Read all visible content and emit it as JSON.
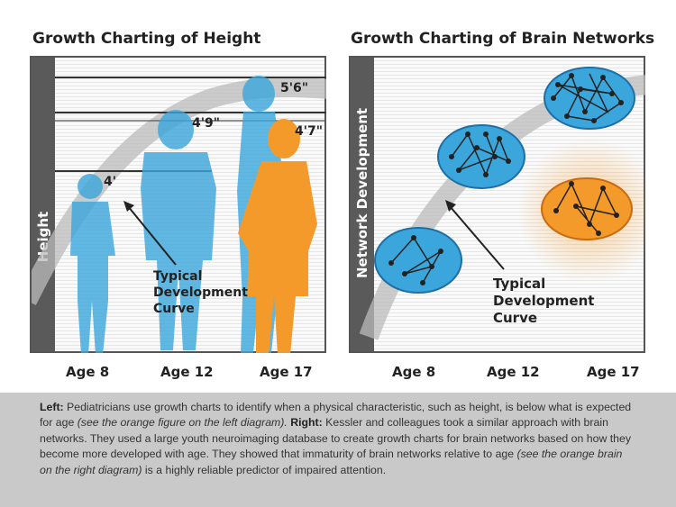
{
  "left": {
    "title": "Growth Charting of Height",
    "axis_label": "Height",
    "heights": [
      "4'",
      "4'9\"",
      "5'6\"",
      "4'7\""
    ],
    "curve_label": [
      "Typical",
      "Development",
      "Curve"
    ],
    "ages": [
      "Age 8",
      "Age 12",
      "Age 17"
    ]
  },
  "right": {
    "title": "Growth Charting of Brain Networks",
    "axis_label": "Network Development",
    "curve_label": [
      "Typical",
      "Development",
      "Curve"
    ],
    "ages": [
      "Age 8",
      "Age 12",
      "Age 17"
    ]
  },
  "caption": {
    "left_label": "Left:",
    "left_text": " Pediatricians use growth charts to identify when a physical characteristic, such as height, is below what is expected for age ",
    "left_note": "(see the orange figure on the left diagram).",
    "right_label": " Right:",
    "right_text": " Kessler and colleagues took a similar approach with brain networks. They used a large youth neuroimaging database to create growth charts for brain networks based on how they become more developed with age. They showed that immaturity of brain networks relative to age ",
    "right_note": "(see the orange brain on the right diagram)",
    "end_text": " is a highly reliable predictor of impaired attention."
  },
  "colors": {
    "blue": "#3aa6dc",
    "orange": "#f39a2b",
    "dark": "#5a5a5a"
  }
}
